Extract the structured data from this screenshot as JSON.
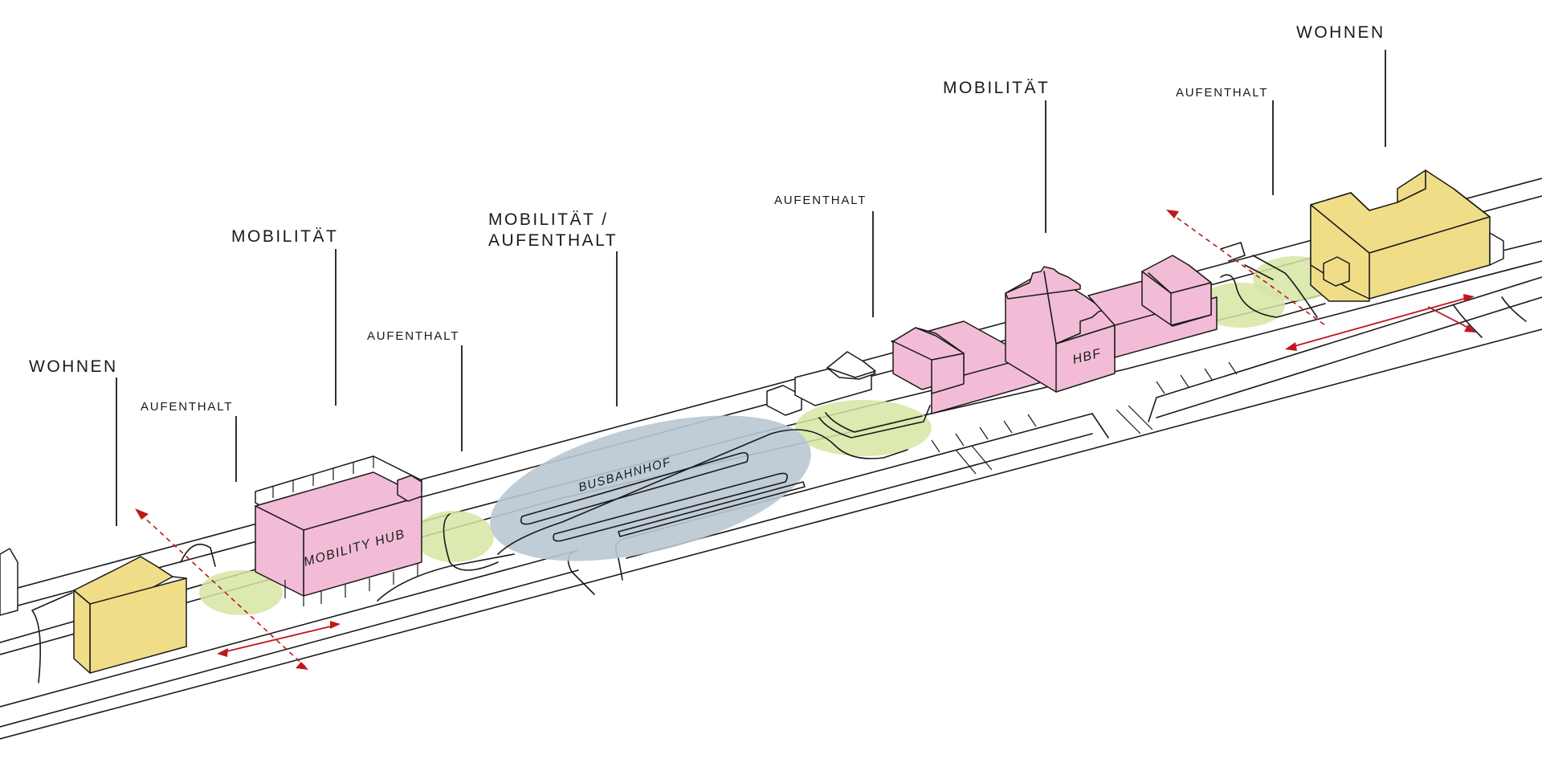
{
  "diagram": {
    "labels": {
      "wohnen_left": "WOHNEN",
      "aufenthalt_1": "AUFENTHALT",
      "mobilitaet_left": "MOBILITÄT",
      "aufenthalt_2": "AUFENTHALT",
      "mobilitaet_aufenthalt_line1": "MOBILITÄT /",
      "mobilitaet_aufenthalt_line2": "AUFENTHALT",
      "aufenthalt_3": "AUFENTHALT",
      "mobilitaet_right": "MOBILITÄT",
      "aufenthalt_4": "AUFENTHALT",
      "wohnen_right": "WOHNEN"
    },
    "building_tags": {
      "mobility_hub": "MOBILITY HUB",
      "busbahnhof": "BUSBAHNHOF",
      "hbf": "HBF"
    },
    "colors": {
      "wohnen_fill": "#f0dd88",
      "mobilitaet_fill": "#f2bcd6",
      "aufenthalt_fill": "#d6e5a2",
      "busbahnhof_fill": "#b9c7d1",
      "crossing_arrow": "#c0171c",
      "line": "#1a1a1a"
    }
  }
}
